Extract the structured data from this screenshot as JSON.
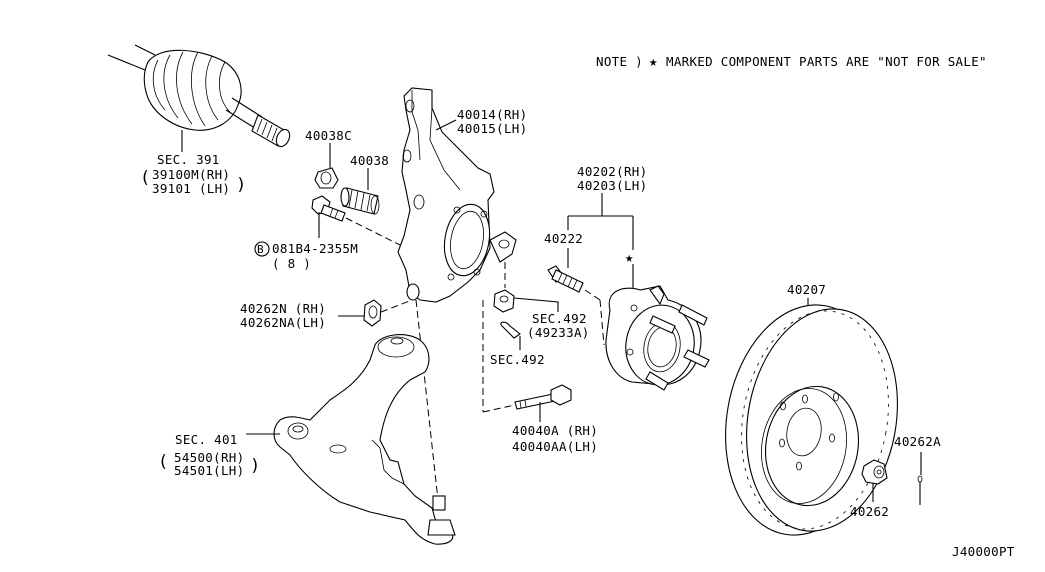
{
  "diagram": {
    "title_code": "J40000PT",
    "note": {
      "prefix": "NOTE )",
      "star_symbol": "★",
      "text": "MARKED COMPONENT PARTS ARE \"NOT FOR SALE\""
    },
    "callouts": {
      "drive_shaft": {
        "sec": "SEC. 391",
        "rh": "(39100M(RH)",
        "lh": "(39101  (LH)",
        "open": "(",
        "close": ")",
        "l1": "39100M(RH)",
        "l2": "39101  (LH)"
      },
      "knuckle": {
        "rh": "40014(RH)",
        "lh": "40015(LH)"
      },
      "washer": {
        "part": "40038C"
      },
      "stud": {
        "part": "40038"
      },
      "bolt": {
        "badge": "B",
        "part": "081B4-2355M",
        "qty": "( 8 )"
      },
      "nut_knuckle": {
        "rh": "40262N  (RH)",
        "lh": "40262NA(LH)"
      },
      "hub_assembly": {
        "rh": "40202(RH)",
        "lh": "40203(LH)"
      },
      "hub_bolt": {
        "part": "40222"
      },
      "star_marker": "★",
      "sec492_nut": {
        "sec": "SEC.492",
        "part": "(49233A)"
      },
      "sec492_clip": {
        "sec": "SEC.492"
      },
      "knuckle_bolt": {
        "rh": "40040A  (RH)",
        "lh": "40040AA(LH)"
      },
      "lower_arm": {
        "sec": "SEC. 401",
        "l1": "54500(RH)",
        "l2": "54501(LH)"
      },
      "rotor": {
        "part": "40207"
      },
      "wheel_nut": {
        "part": "40262"
      },
      "cotter_pin": {
        "part": "40262A"
      }
    }
  }
}
